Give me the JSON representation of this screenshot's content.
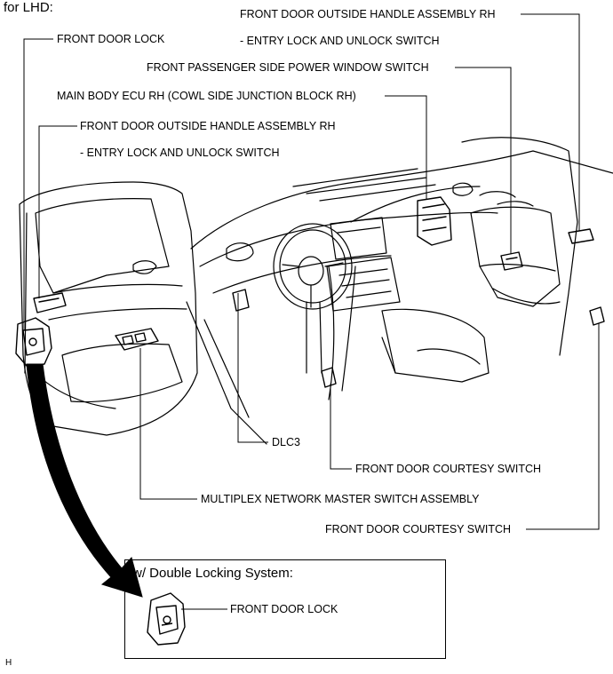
{
  "diagram": {
    "title": "for LHD:",
    "footer_mark": "H",
    "labels": {
      "front_door_lock": "FRONT DOOR LOCK",
      "handle_rh_line1": "FRONT DOOR OUTSIDE HANDLE ASSEMBLY RH",
      "handle_rh_line2": "- ENTRY LOCK AND UNLOCK SWITCH",
      "passenger_window_switch": "FRONT PASSENGER SIDE POWER WINDOW SWITCH",
      "main_body_ecu": "MAIN BODY ECU RH (COWL SIDE JUNCTION BLOCK RH)",
      "handle_lh_line1": "FRONT DOOR OUTSIDE HANDLE ASSEMBLY RH",
      "handle_lh_line2": "- ENTRY LOCK AND UNLOCK SWITCH",
      "dlc3": "DLC3",
      "courtesy_switch_1": "FRONT DOOR COURTESY SWITCH",
      "master_switch": "MULTIPLEX NETWORK MASTER SWITCH ASSEMBLY",
      "courtesy_switch_2": "FRONT DOOR COURTESY SWITCH"
    },
    "inset": {
      "title": "w/ Double Locking System:",
      "lock_label": "FRONT DOOR LOCK"
    }
  }
}
